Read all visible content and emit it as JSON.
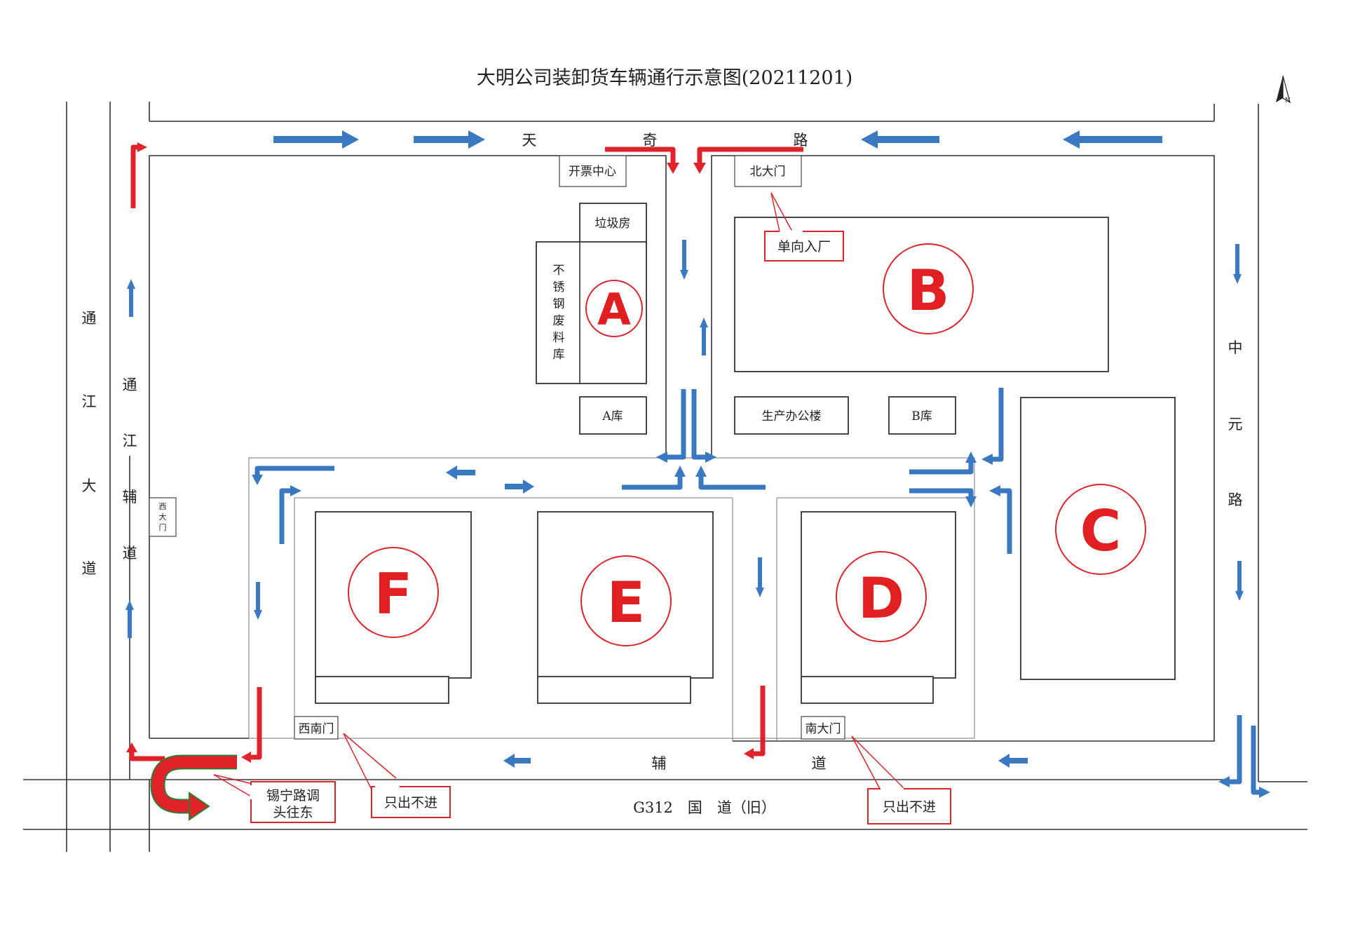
{
  "title": "大明公司装卸货车辆通行示意图(20211201)",
  "north_label": "N",
  "roads": {
    "tianqi": [
      "天",
      "奇",
      "路"
    ],
    "tongjiang_avenue": [
      "通",
      "江",
      "大",
      "道"
    ],
    "tongjiang_service": [
      "通",
      "江",
      "辅",
      "道"
    ],
    "zhongyuan": [
      "中",
      "元",
      "路"
    ],
    "service_road": [
      "辅",
      "道"
    ],
    "g312": "G312　国　道（旧）"
  },
  "buildings": {
    "ticket_center": "开票中心",
    "north_gate": "北大门",
    "garbage_room": "垃圾房",
    "stainless_store": [
      "不",
      "锈",
      "钢",
      "废",
      "料",
      "库"
    ],
    "a_warehouse": "A库",
    "office": "生产办公楼",
    "b_warehouse": "B库",
    "west_gate": [
      "西",
      "大",
      "门"
    ],
    "southwest_gate": "西南门",
    "south_gate": "南大门"
  },
  "zones": [
    "A",
    "B",
    "C",
    "D",
    "E",
    "F"
  ],
  "callouts": {
    "one_way_in": "单向入厂",
    "exit_only_1": "只出不进",
    "exit_only_2": "只出不进",
    "uturn": [
      "锡宁路调",
      "头往东"
    ]
  },
  "colors": {
    "traffic_flow": "#3a78c2",
    "truck_route": "#e0232a",
    "zone_mark": "#e02020"
  }
}
